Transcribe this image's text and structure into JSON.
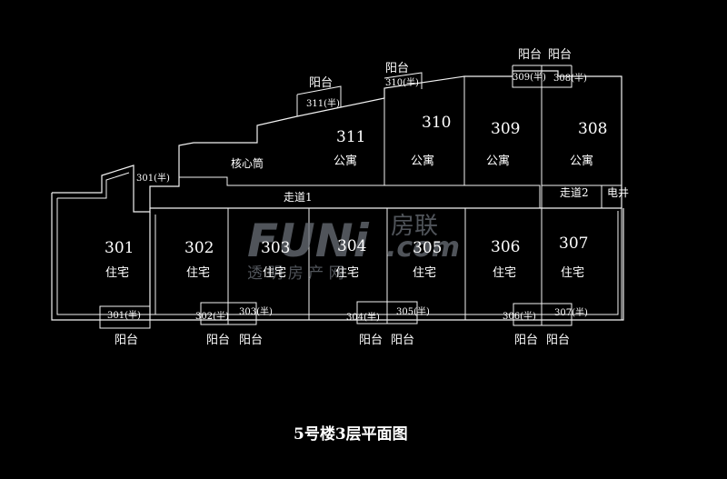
{
  "title": "5号楼3层平面图",
  "watermark": {
    "brand": "FUNi",
    "domain": ".com",
    "cn": "房联",
    "sub": "透 明 房 产 网",
    "color": "#6b7078"
  },
  "colors": {
    "background": "#000000",
    "line": "#f2f2f2",
    "text": "#ffffff"
  },
  "core": "核心筒",
  "corridor1": "走道1",
  "corridor2": "走道2",
  "shaft": "电井",
  "units": [
    {
      "id": "301",
      "use": "住宅"
    },
    {
      "id": "302",
      "use": "住宅"
    },
    {
      "id": "303",
      "use": "住宅"
    },
    {
      "id": "304",
      "use": "住宅"
    },
    {
      "id": "305",
      "use": "住宅"
    },
    {
      "id": "306",
      "use": "住宅"
    },
    {
      "id": "307",
      "use": "住宅"
    },
    {
      "id": "308",
      "use": "公寓"
    },
    {
      "id": "309",
      "use": "公寓"
    },
    {
      "id": "310",
      "use": "公寓"
    },
    {
      "id": "311",
      "use": "公寓"
    }
  ],
  "balcony_word": "阳台",
  "half_labels": {
    "h301": "301(半)",
    "h302": "302(半)",
    "h303": "303(半)",
    "h304": "304(半)",
    "h305": "305(半)",
    "h306": "306(半)",
    "h307": "307(半)",
    "h308": "308(半)",
    "h309": "309(半)",
    "h310": "310(半)",
    "h311": "311(半)",
    "h301top": "301(半)"
  }
}
